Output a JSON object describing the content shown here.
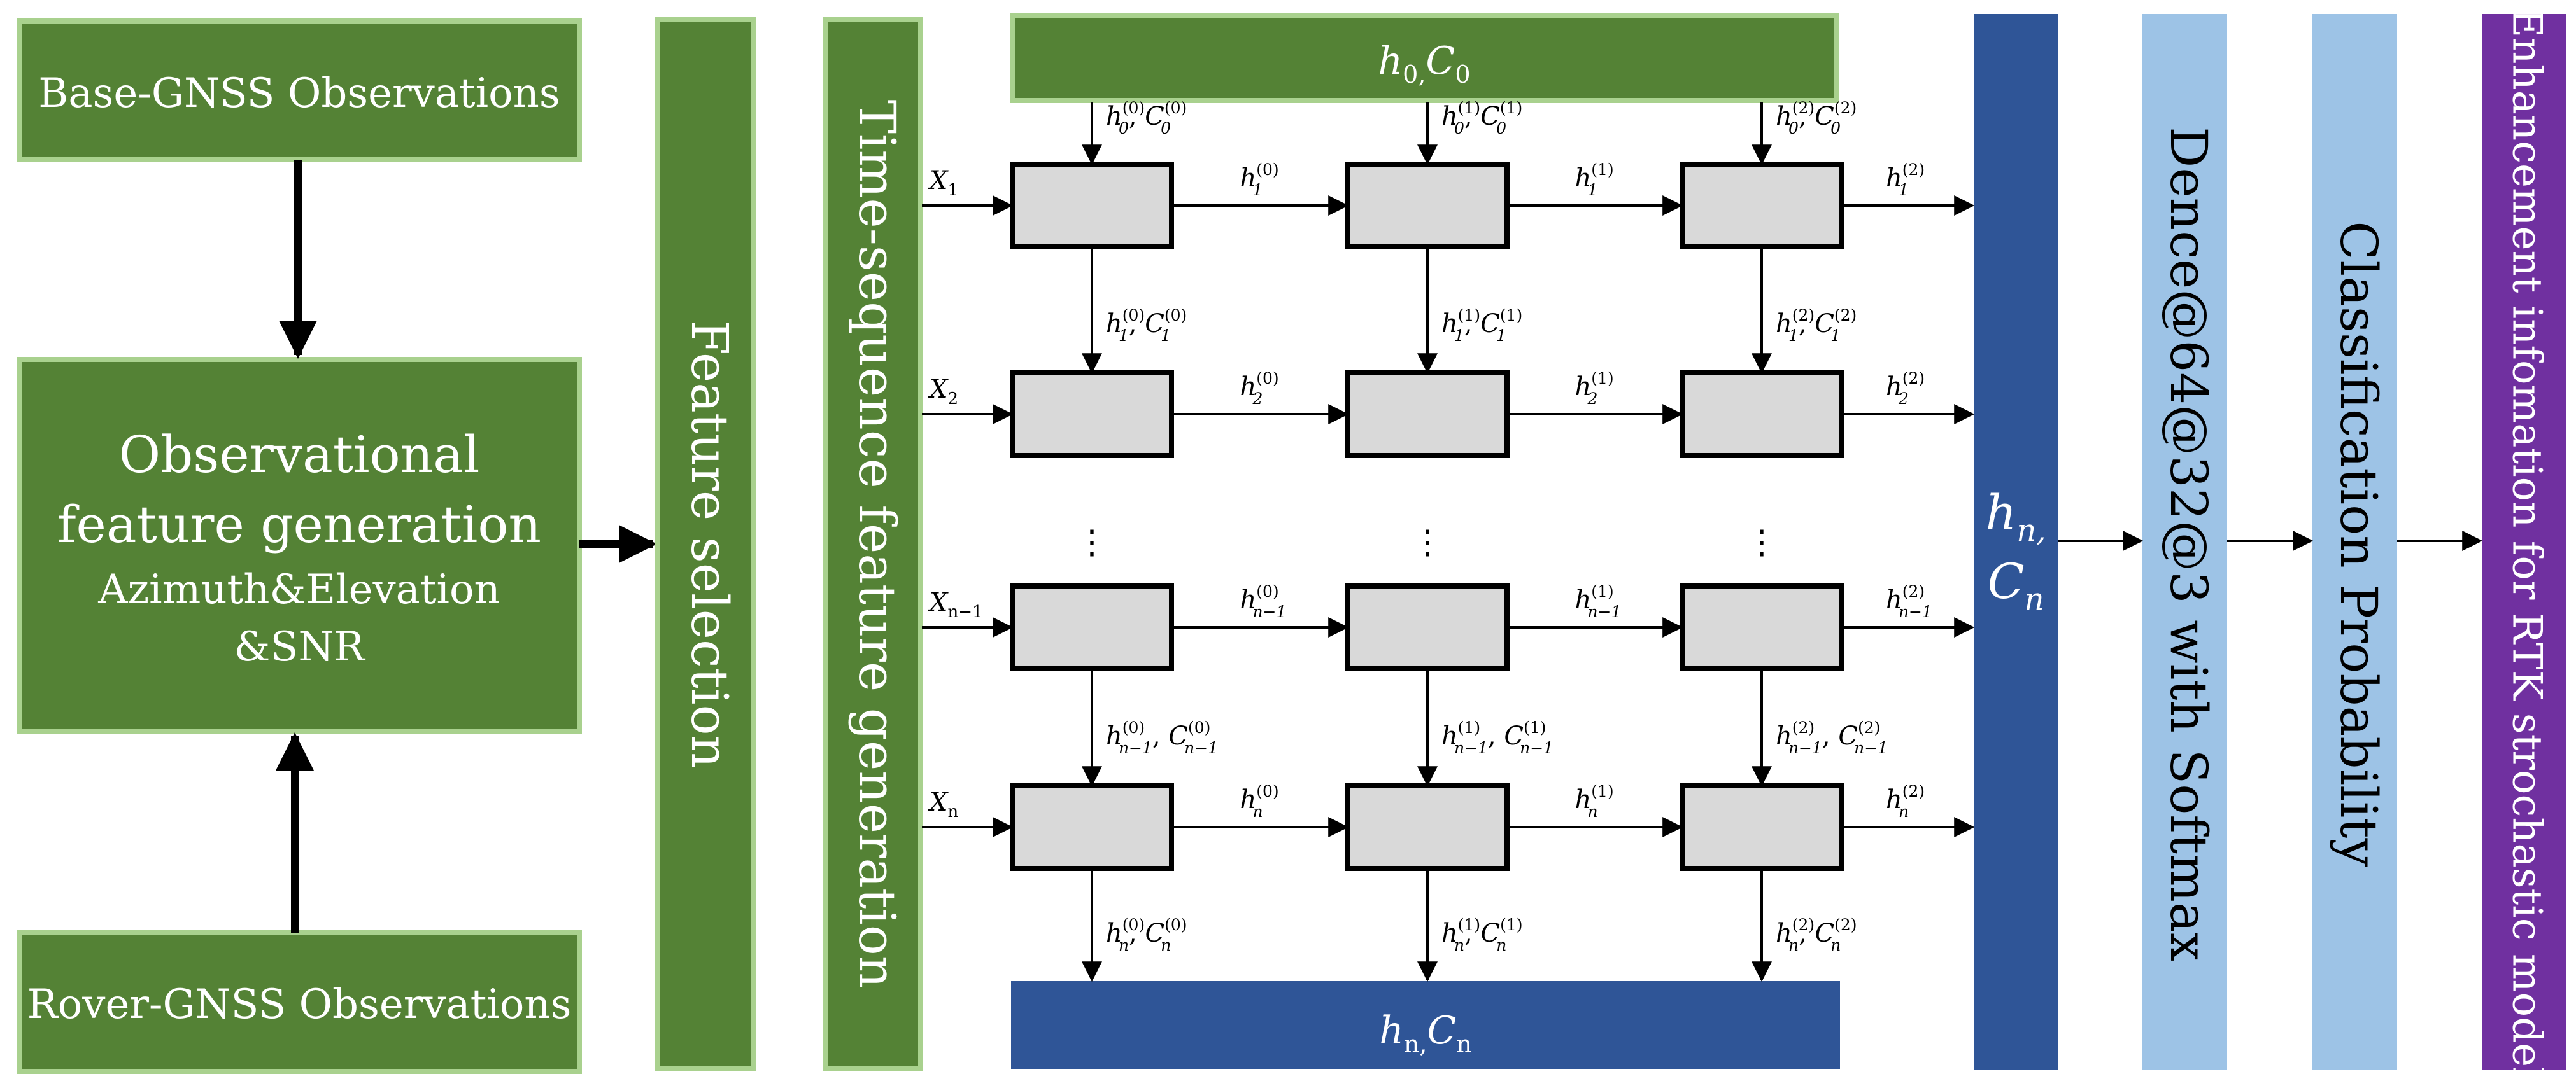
{
  "colors": {
    "green": "#548235",
    "green_border": "#a9d18e",
    "blue_dark": "#2f5597",
    "blue_light": "#9dc3e6",
    "purple": "#7030a0",
    "cell_fill": "#d9d9d9"
  },
  "blocks": {
    "base_gnss": "Base-GNSS Observations",
    "rover_gnss": "Rover-GNSS Observations",
    "obs_feature_line1": "Observational",
    "obs_feature_line2": "feature generation",
    "obs_feature_line3": "Azimuth&Elevation",
    "obs_feature_line4": "&SNR",
    "feature_selection": "Feature selection",
    "time_sequence": "Time-sequence feature generation",
    "dense": "Dence@64@32@3 with Softmax",
    "classification": "Classification Probability",
    "enhancement": "Enhancement infomation for RTK strochastic model"
  },
  "lstm": {
    "init_state": {
      "base": "h",
      "base_sub": "0,",
      "second": "C",
      "second_sub": "0"
    },
    "final_state": {
      "base": "h",
      "base_sub": "n,",
      "second": "C",
      "second_sub": "n"
    },
    "output_state": {
      "line1": "h",
      "line1_sub": "n,",
      "line2": "C",
      "line2_sub": "n"
    },
    "inputs": [
      {
        "main": "X",
        "sub": "1"
      },
      {
        "main": "X",
        "sub": "2"
      },
      {
        "main": "X",
        "sub": "n−1"
      },
      {
        "main": "X",
        "sub": "n"
      }
    ],
    "layers": [
      "(0)",
      "(1)",
      "(2)"
    ],
    "steps": [
      "1",
      "2",
      "n−1",
      "n"
    ],
    "init_sub": "0",
    "ellipsis": "⋮"
  }
}
